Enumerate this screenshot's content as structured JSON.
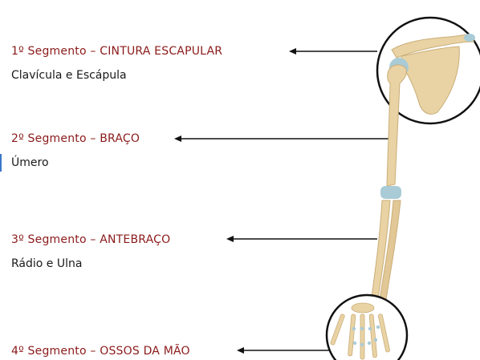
{
  "segments": [
    {
      "title": "1º Segmento – CINTURA ESCAPULAR",
      "bones": "Clavícula e Escápula"
    },
    {
      "title": "2º Segmento – BRAÇO",
      "bones": "Úmero"
    },
    {
      "title": "3º Segmento – ANTEBRAÇO",
      "bones": "Rádio e Ulna"
    },
    {
      "title": "4º Segmento – OSSOS DA MÃO",
      "bones": ""
    }
  ],
  "colors": {
    "label_red": "#8b1a1a",
    "text": "#1a1a1a",
    "bone": "#e9d3a4",
    "bone_shadow": "#c9ad78",
    "cartilage": "#a9cbd6",
    "circle": "#111111"
  }
}
